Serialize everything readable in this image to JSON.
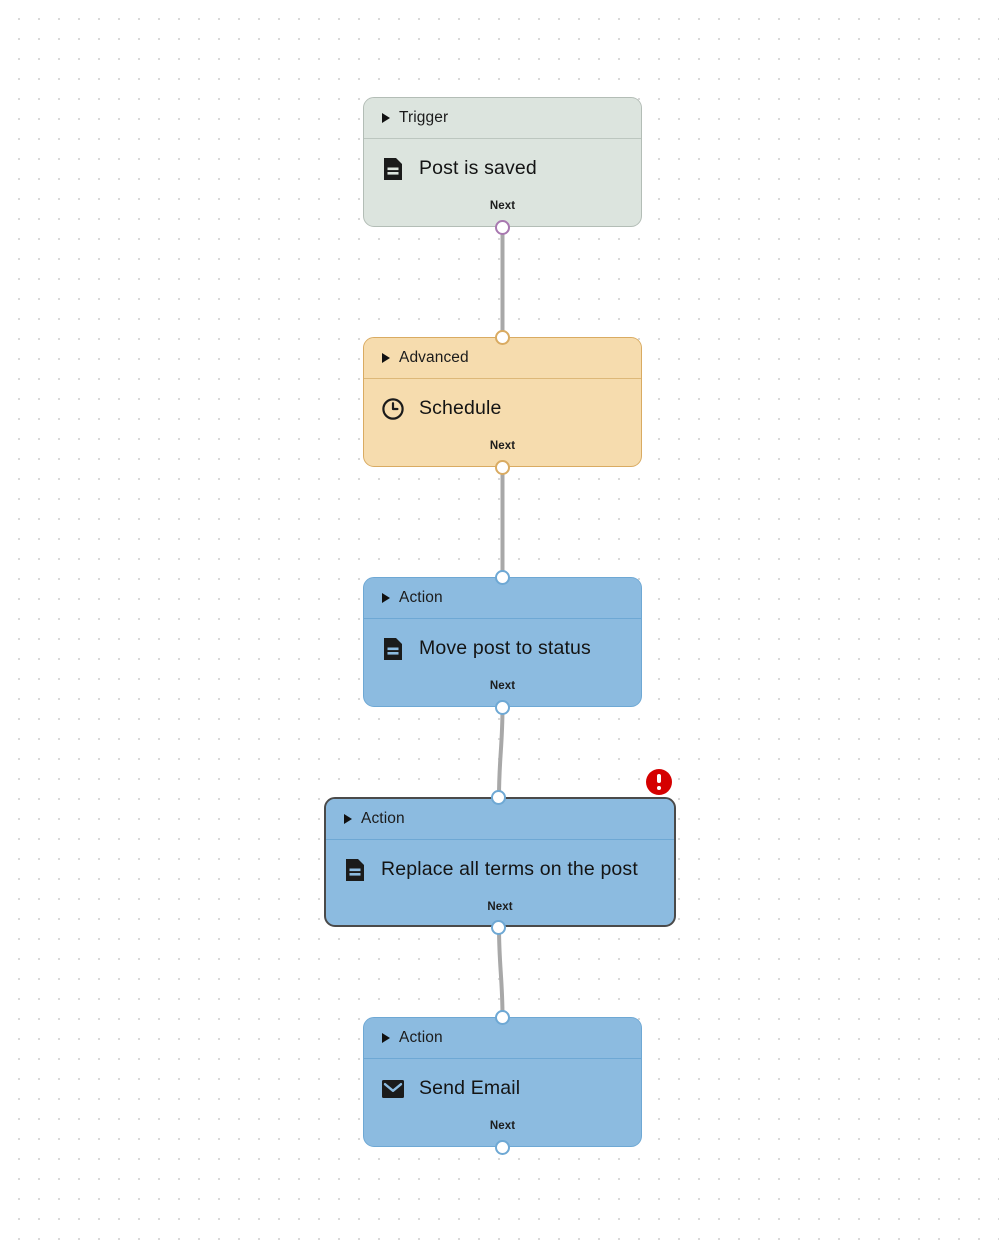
{
  "canvas": {
    "background_color": "#ffffff",
    "grid_dot_color": "#d9d9d9",
    "grid_spacing": 20
  },
  "palette": {
    "trigger_fill": "#dce4de",
    "trigger_border": "#b3bdb6",
    "trigger_port_border": "#a878b0",
    "advanced_fill": "#f6dcae",
    "advanced_border": "#d9ab62",
    "action_fill": "#8cbbe0",
    "action_border": "#6ea8d4",
    "selected_border": "#4a4a4a",
    "edge_color": "#a8a8a8",
    "error_badge": "#d50000",
    "footer_fill": "#ffffff"
  },
  "nodes": [
    {
      "id": "trigger-post-is-saved",
      "category": "Trigger",
      "title": "Post is saved",
      "icon": "document-icon",
      "footer_label": "Next",
      "selected": false,
      "has_error": false
    },
    {
      "id": "advanced-schedule",
      "category": "Advanced",
      "title": "Schedule",
      "icon": "clock-icon",
      "footer_label": "Next",
      "selected": false,
      "has_error": false
    },
    {
      "id": "action-move-post-to-status",
      "category": "Action",
      "title": "Move post to status",
      "icon": "document-icon",
      "footer_label": "Next",
      "selected": false,
      "has_error": false
    },
    {
      "id": "action-replace-all-terms-on-the-post",
      "category": "Action",
      "title": "Replace all terms on the post",
      "icon": "document-icon",
      "footer_label": "Next",
      "selected": true,
      "has_error": true,
      "error_icon": "error-exclamation-icon"
    },
    {
      "id": "action-send-email",
      "category": "Action",
      "title": "Send Email",
      "icon": "envelope-icon",
      "footer_label": "Next",
      "selected": false,
      "has_error": false
    }
  ]
}
